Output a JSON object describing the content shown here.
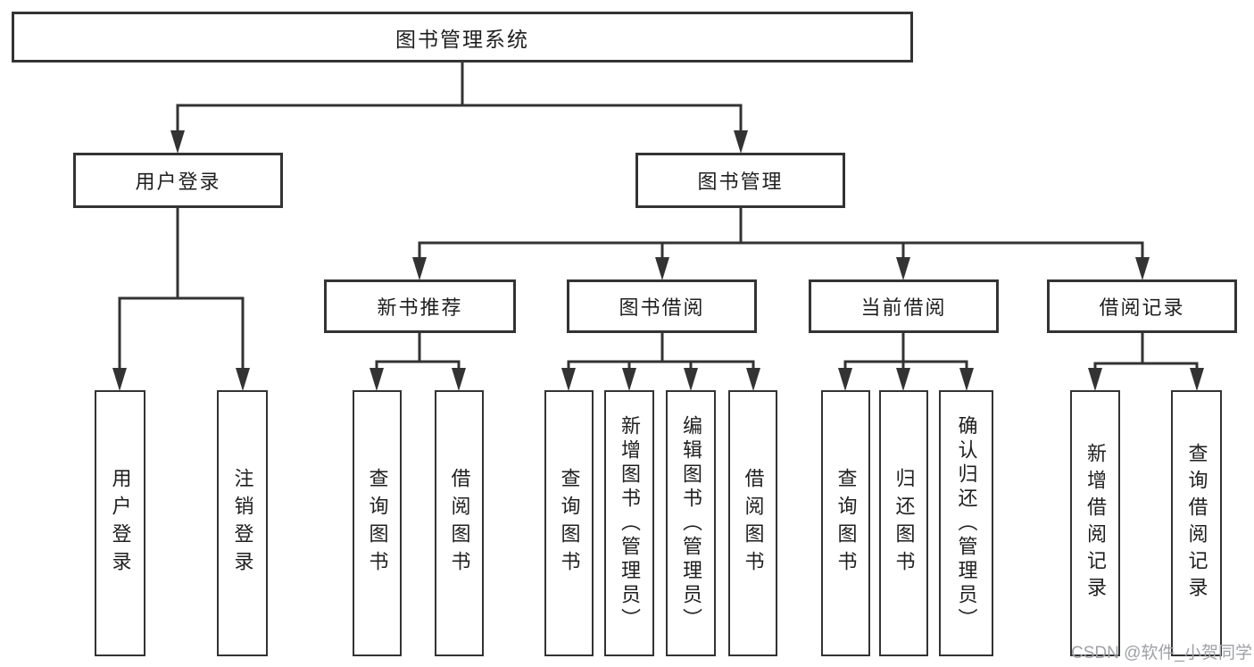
{
  "diagram": {
    "title": "图书管理系统",
    "colors": {
      "line": "#333333",
      "box_border": "#333333",
      "box_background": "#ffffff",
      "text": "#1f1f1f",
      "watermark_text": "#9fa1a6"
    },
    "tree": {
      "root": "图书管理系统",
      "level2": [
        {
          "label": "用户登录",
          "children": [
            {
              "label": "用户登录"
            },
            {
              "label": "注销登录"
            }
          ]
        },
        {
          "label": "图书管理",
          "children": [
            {
              "label": "新书推荐",
              "children": [
                {
                  "label": "查询图书"
                },
                {
                  "label": "借阅图书"
                }
              ]
            },
            {
              "label": "图书借阅",
              "children": [
                {
                  "label": "查询图书"
                },
                {
                  "label": "新增图书（管理员）"
                },
                {
                  "label": "编辑图书（管理员）"
                },
                {
                  "label": "借阅图书"
                }
              ]
            },
            {
              "label": "当前借阅",
              "children": [
                {
                  "label": "查询图书"
                },
                {
                  "label": "归还图书"
                },
                {
                  "label": "确认归还（管理员）"
                }
              ]
            },
            {
              "label": "借阅记录",
              "children": [
                {
                  "label": "新增借阅记录"
                },
                {
                  "label": "查询借阅记录"
                }
              ]
            }
          ]
        }
      ]
    },
    "watermark": "CSDN @软件_小贺同学"
  }
}
